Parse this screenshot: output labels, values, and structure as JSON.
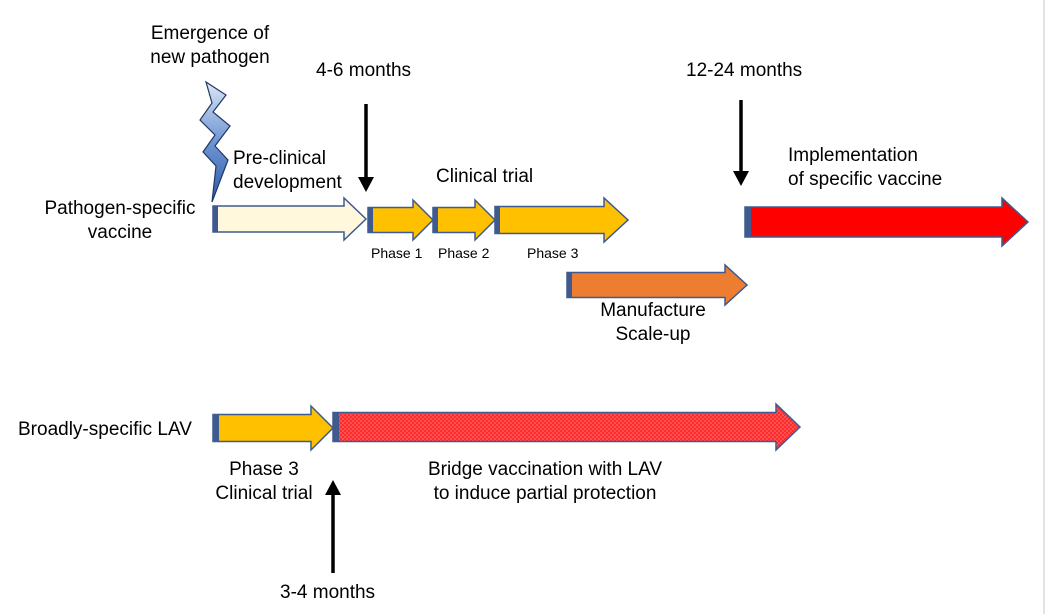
{
  "diagram": {
    "event": {
      "label": "Emergence of\nnew pathogen",
      "icon": "lightning-bolt-icon"
    },
    "milestones": {
      "four_six": "4-6 months",
      "twelve_24": "12-24 months",
      "three_four": "3-4 months"
    },
    "row_labels": {
      "pathogen_specific": "Pathogen-specific\nvaccine",
      "broadly_specific": "Broadly-specific LAV"
    },
    "stage_labels": {
      "preclinical": "Pre-clinical\ndevelopment",
      "clinical_trial": "Clinical trial",
      "phase1": "Phase 1",
      "phase2": "Phase 2",
      "phase3": "Phase 3",
      "manufacture": "Manufacture\nScale-up",
      "implementation": "Implementation\nof specific vaccine",
      "lav_phase3": "Phase 3\nClinical trial",
      "bridge": "Bridge vaccination with LAV\nto induce partial protection"
    },
    "colors": {
      "preclinical_fill": "#fff8dc",
      "phase_fill": "#ffc000",
      "manufacture_fill": "#ed7d31",
      "implementation_fill": "#ff0000",
      "bridge_fill": "#ff2a2a",
      "outline": "#3e5a8f",
      "bolt_fill": "#4472c4"
    }
  }
}
